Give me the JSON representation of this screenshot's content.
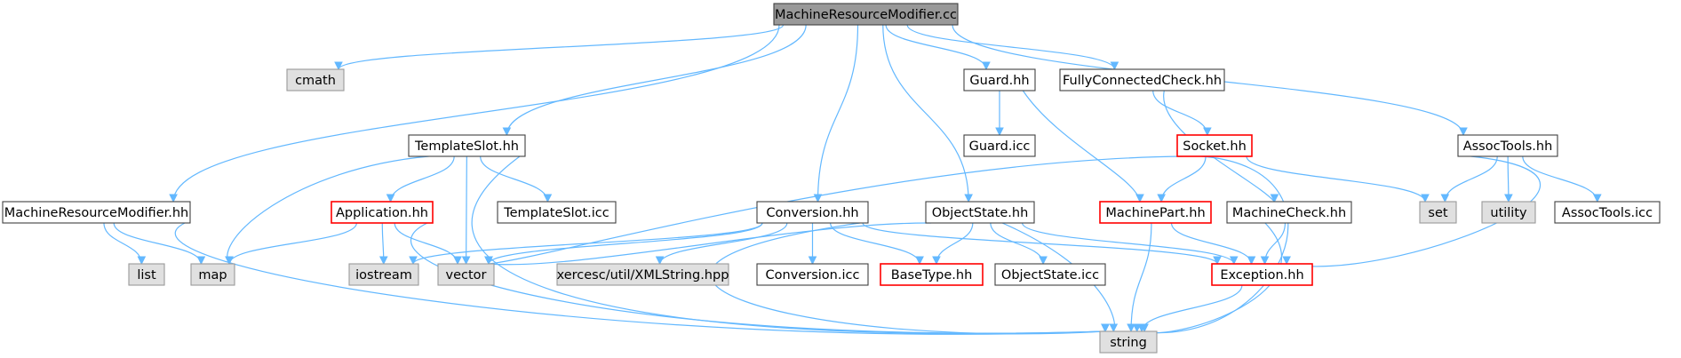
{
  "diagram": {
    "kind": "include-dependency-graph",
    "colors": {
      "root_fill": "#999999",
      "local_fill": "#ffffff",
      "system_fill": "#e0e0e0",
      "border_normal": "#404040",
      "border_system": "#999999",
      "border_truncated": "#ff0000",
      "edge": "#63b8ff"
    },
    "nodes": [
      {
        "id": "root",
        "label": "MachineResourceModifier.cc",
        "style": "root"
      },
      {
        "id": "cmath",
        "label": "cmath",
        "style": "system"
      },
      {
        "id": "mrm_hh",
        "label": "MachineResourceModifier.hh",
        "style": "normal"
      },
      {
        "id": "tslot_hh",
        "label": "TemplateSlot.hh",
        "style": "normal"
      },
      {
        "id": "guard_hh",
        "label": "Guard.hh",
        "style": "normal"
      },
      {
        "id": "fcc_hh",
        "label": "FullyConnectedCheck.hh",
        "style": "normal"
      },
      {
        "id": "assoc_hh",
        "label": "AssocTools.hh",
        "style": "normal"
      },
      {
        "id": "guard_icc",
        "label": "Guard.icc",
        "style": "normal"
      },
      {
        "id": "socket_hh",
        "label": "Socket.hh",
        "style": "truncated"
      },
      {
        "id": "app_hh",
        "label": "Application.hh",
        "style": "truncated"
      },
      {
        "id": "tslot_icc",
        "label": "TemplateSlot.icc",
        "style": "normal"
      },
      {
        "id": "conv_hh",
        "label": "Conversion.hh",
        "style": "normal"
      },
      {
        "id": "objstate_hh",
        "label": "ObjectState.hh",
        "style": "normal"
      },
      {
        "id": "mpart_hh",
        "label": "MachinePart.hh",
        "style": "truncated"
      },
      {
        "id": "mcheck_hh",
        "label": "MachineCheck.hh",
        "style": "normal"
      },
      {
        "id": "set",
        "label": "set",
        "style": "system"
      },
      {
        "id": "utility",
        "label": "utility",
        "style": "system"
      },
      {
        "id": "assoc_icc",
        "label": "AssocTools.icc",
        "style": "normal"
      },
      {
        "id": "list",
        "label": "list",
        "style": "system"
      },
      {
        "id": "map",
        "label": "map",
        "style": "system"
      },
      {
        "id": "iostream",
        "label": "iostream",
        "style": "system"
      },
      {
        "id": "vector",
        "label": "vector",
        "style": "system"
      },
      {
        "id": "xerces",
        "label": "xercesc/util/XMLString.hpp",
        "style": "system"
      },
      {
        "id": "conv_icc",
        "label": "Conversion.icc",
        "style": "normal"
      },
      {
        "id": "basetype_hh",
        "label": "BaseType.hh",
        "style": "truncated"
      },
      {
        "id": "objstate_icc",
        "label": "ObjectState.icc",
        "style": "normal"
      },
      {
        "id": "exception_hh",
        "label": "Exception.hh",
        "style": "truncated"
      },
      {
        "id": "string",
        "label": "string",
        "style": "system"
      }
    ],
    "edges": [
      [
        "root",
        "cmath"
      ],
      [
        "root",
        "mrm_hh"
      ],
      [
        "root",
        "tslot_hh"
      ],
      [
        "root",
        "guard_hh"
      ],
      [
        "root",
        "fcc_hh"
      ],
      [
        "root",
        "assoc_hh"
      ],
      [
        "root",
        "conv_hh"
      ],
      [
        "root",
        "objstate_hh"
      ],
      [
        "guard_hh",
        "guard_icc"
      ],
      [
        "guard_hh",
        "mpart_hh"
      ],
      [
        "fcc_hh",
        "socket_hh"
      ],
      [
        "fcc_hh",
        "mcheck_hh"
      ],
      [
        "assoc_hh",
        "set"
      ],
      [
        "assoc_hh",
        "utility"
      ],
      [
        "assoc_hh",
        "assoc_icc"
      ],
      [
        "assoc_hh",
        "exception_hh"
      ],
      [
        "tslot_hh",
        "app_hh"
      ],
      [
        "tslot_hh",
        "tslot_icc"
      ],
      [
        "tslot_hh",
        "map"
      ],
      [
        "tslot_hh",
        "vector"
      ],
      [
        "tslot_hh",
        "string"
      ],
      [
        "socket_hh",
        "mpart_hh"
      ],
      [
        "socket_hh",
        "set"
      ],
      [
        "socket_hh",
        "vector"
      ],
      [
        "socket_hh",
        "string"
      ],
      [
        "mrm_hh",
        "list"
      ],
      [
        "mrm_hh",
        "map"
      ],
      [
        "mrm_hh",
        "string"
      ],
      [
        "app_hh",
        "map"
      ],
      [
        "app_hh",
        "iostream"
      ],
      [
        "app_hh",
        "vector"
      ],
      [
        "app_hh",
        "string"
      ],
      [
        "conv_hh",
        "iostream"
      ],
      [
        "conv_hh",
        "vector"
      ],
      [
        "conv_hh",
        "xerces"
      ],
      [
        "conv_hh",
        "conv_icc"
      ],
      [
        "conv_hh",
        "basetype_hh"
      ],
      [
        "conv_hh",
        "exception_hh"
      ],
      [
        "conv_hh",
        "string"
      ],
      [
        "objstate_hh",
        "basetype_hh"
      ],
      [
        "objstate_hh",
        "objstate_icc"
      ],
      [
        "objstate_hh",
        "exception_hh"
      ],
      [
        "objstate_hh",
        "string"
      ],
      [
        "objstate_hh",
        "vector"
      ],
      [
        "mpart_hh",
        "exception_hh"
      ],
      [
        "mpart_hh",
        "string"
      ],
      [
        "mcheck_hh",
        "exception_hh"
      ],
      [
        "mcheck_hh",
        "string"
      ],
      [
        "exception_hh",
        "string"
      ]
    ]
  }
}
